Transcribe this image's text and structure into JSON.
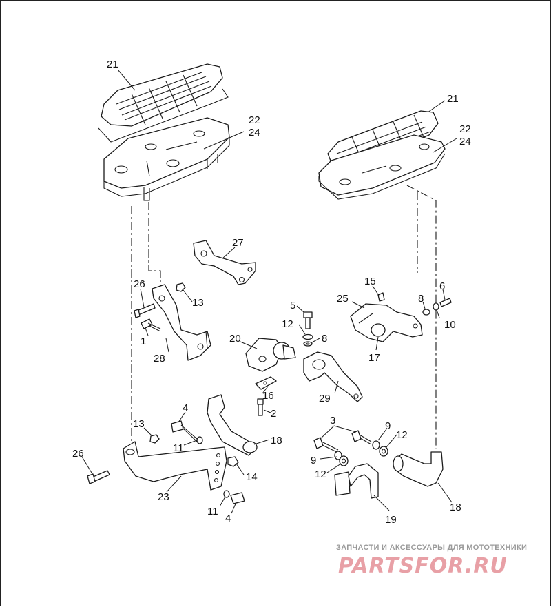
{
  "diagram": {
    "labels": {
      "l21a": "21",
      "l22a": "22",
      "l24a": "24",
      "l21b": "21",
      "l22b": "22",
      "l24b": "24",
      "l27": "27",
      "l26a": "26",
      "l13a": "13",
      "l1": "1",
      "l28": "28",
      "l5": "5",
      "l12a": "12",
      "l8a": "8",
      "l20": "20",
      "l16": "16",
      "l2": "2",
      "l29": "29",
      "l15": "15",
      "l25": "25",
      "l8b": "8",
      "l6": "6",
      "l10": "10",
      "l17": "17",
      "l4a": "4",
      "l13b": "13",
      "l11a": "11",
      "l18a": "18",
      "l26b": "26",
      "l14": "14",
      "l23": "23",
      "l11b": "11",
      "l4b": "4",
      "l3": "3",
      "l9a": "9",
      "l12b": "12",
      "l9b": "9",
      "l12c": "12",
      "l19": "19",
      "l18b": "18"
    }
  },
  "watermark": {
    "tagline": "ЗАПЧАСТИ И АКСЕССУАРЫ ДЛЯ МОТОТЕХНИКИ",
    "logo": "PARTSFOR.RU"
  },
  "colors": {
    "line": "#1a1a1a",
    "watermark_logo": "#e8a0a6",
    "watermark_text": "#9a9a9a"
  }
}
